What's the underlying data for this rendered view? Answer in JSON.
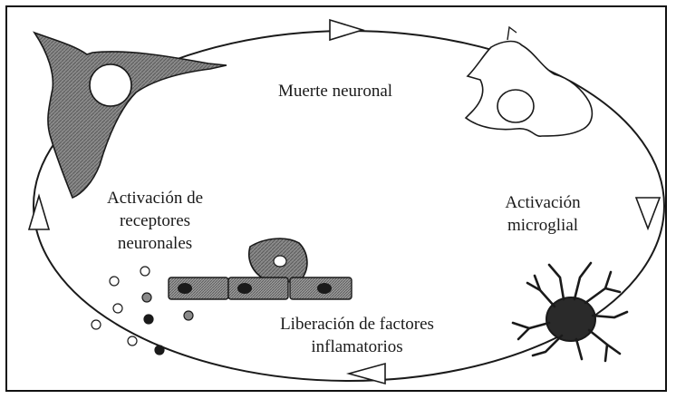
{
  "labels": {
    "muerte": "Muerte neuronal",
    "activacion_microglial": [
      "Activación",
      "microglial"
    ],
    "activacion_receptores": [
      "Activación de",
      "receptores",
      "neuronales"
    ],
    "liberacion": [
      "Liberación de factores",
      "inflamatorios"
    ]
  },
  "icons": [
    "neuron-icon",
    "resting-microglia-icon",
    "activated-microglia-icon",
    "cell-cluster-icon",
    "inflammatory-particles-icon",
    "cycle-arrow-icon"
  ],
  "colors": {
    "stroke": "#1a1a1a",
    "neuron_fill": "#7a7a7a",
    "activated_fill": "#2a2a2a",
    "background": "#ffffff"
  }
}
